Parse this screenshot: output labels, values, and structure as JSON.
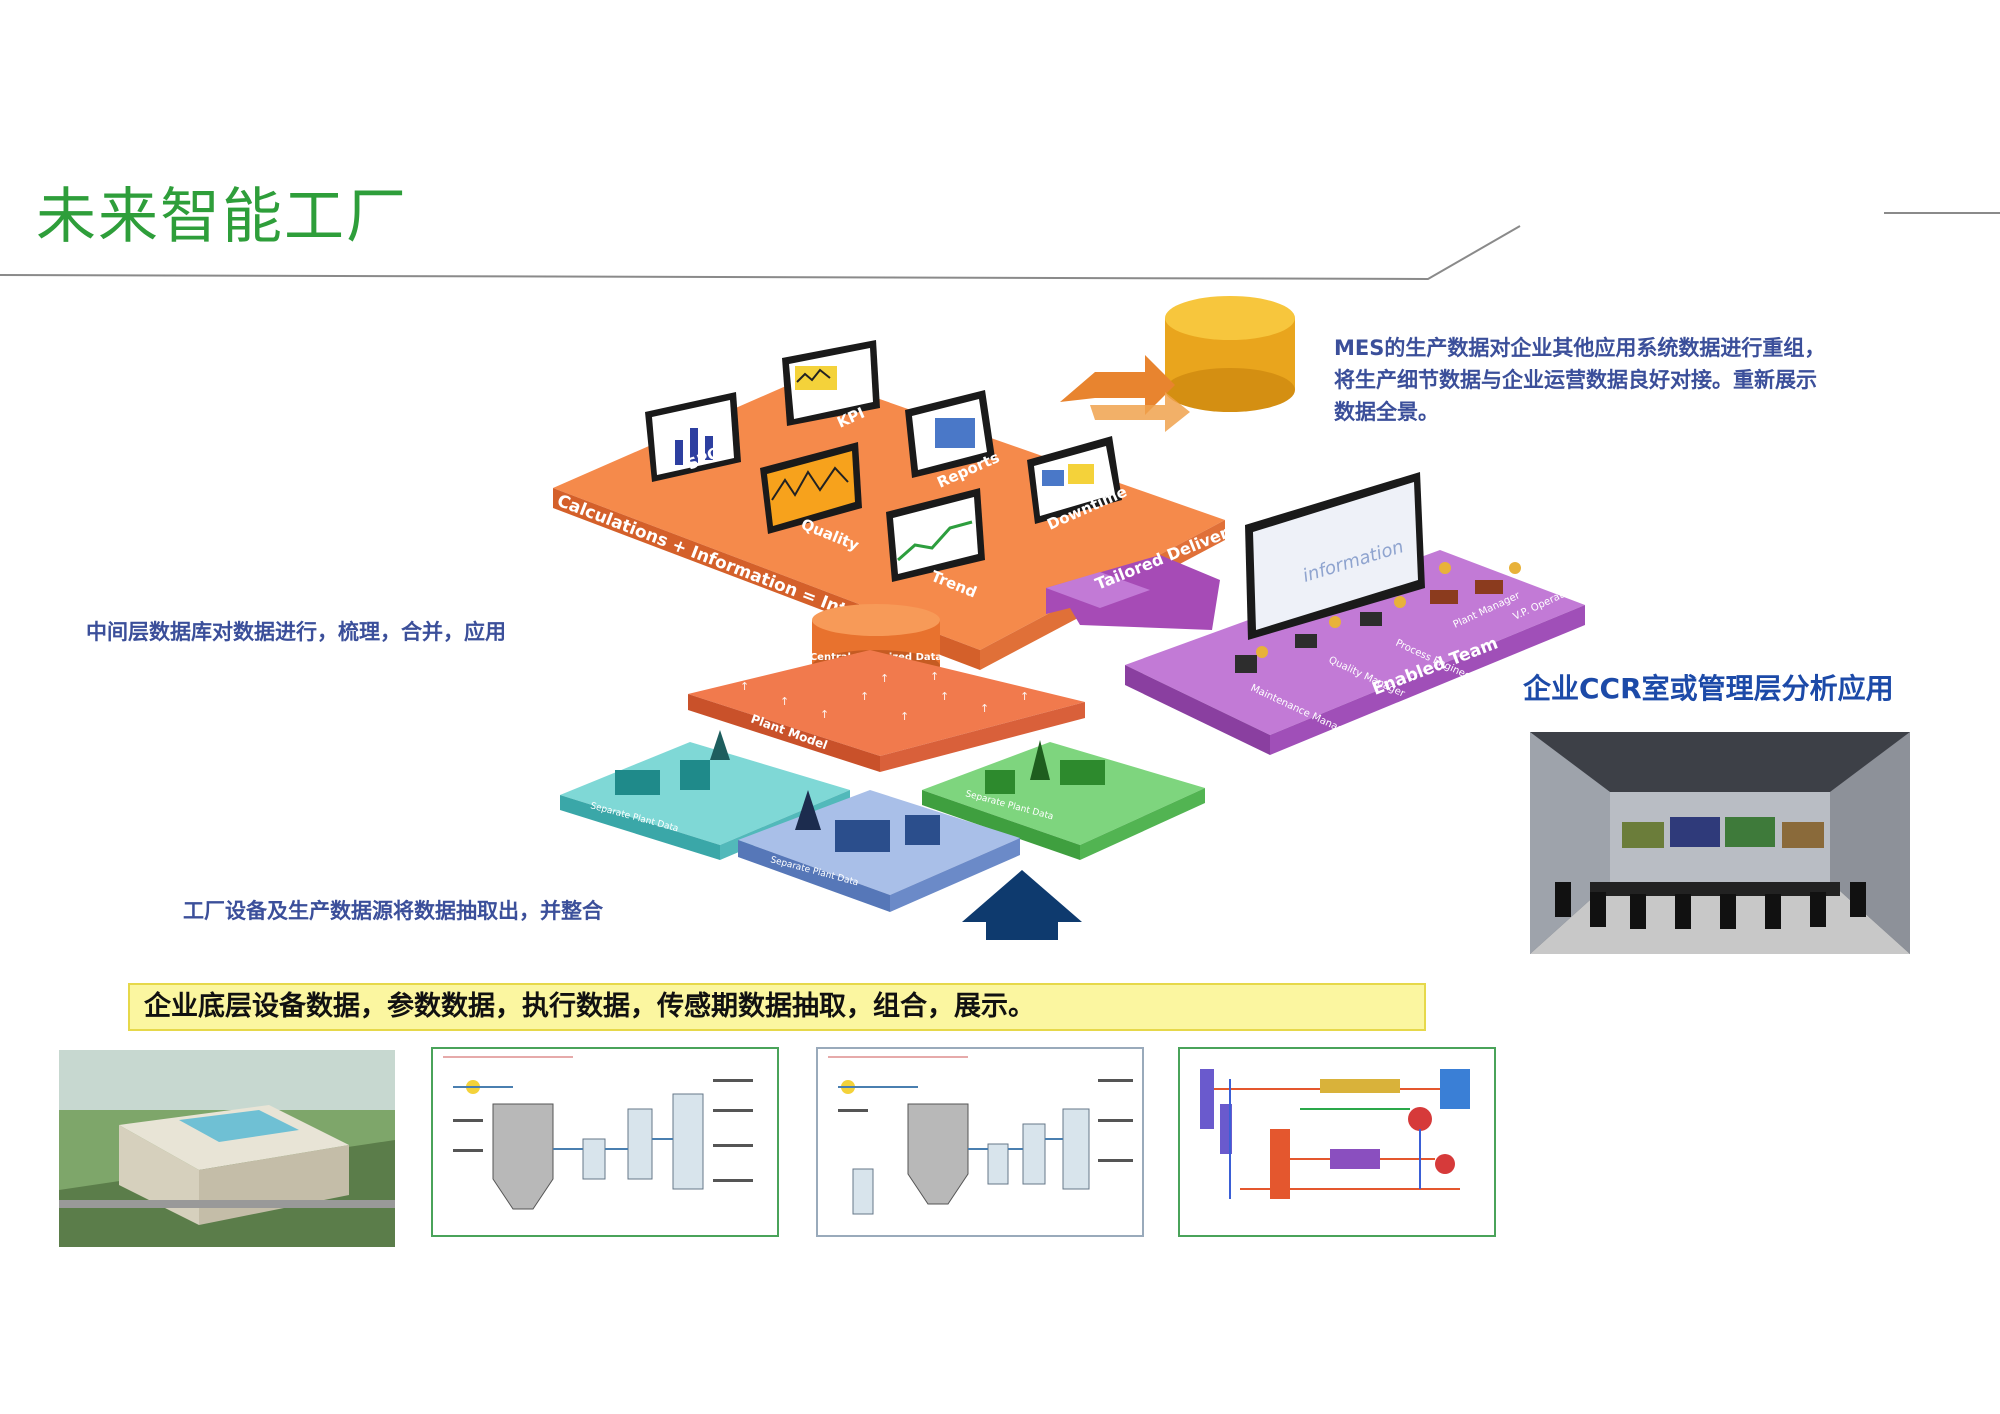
{
  "slide": {
    "title": "未来智能工厂"
  },
  "notes": {
    "mes_text_1": "MES的生产数据对企业其他应用系统数据进行重组，",
    "mes_text_2": "将生产细节数据与企业运营数据良好对接。重新展示",
    "mes_text_3": "数据全景。",
    "middle_layer": "中间层数据库对数据进行，梳理，合并，应用",
    "factory_source": "工厂设备及生产数据源将数据抽取出，并整合",
    "ccr": "企业CCR室或管理层分析应用",
    "bottom_bar": "企业底层设备数据，参数数据，执行数据，传感期数据抽取，组合，展示。"
  },
  "diagram": {
    "top_platform_label": "Calculations + Information = Intelligence",
    "panels": [
      "SPC",
      "KPI",
      "Quality",
      "Reports",
      "Trend",
      "Downtime"
    ],
    "delivery_arrow": "Tailored Delivery",
    "central_db": "Central Organized Data",
    "plant_model": "Plant Model",
    "plant_data": "Separate Plant Data",
    "team_label": "Enabled Team",
    "team_roles": [
      "Maintenance Manager",
      "Quality Manager",
      "Process Engineer",
      "Plant Manager",
      "V.P. Operations"
    ],
    "screen_text": "information"
  },
  "colors": {
    "title_green": "#2e9e3a",
    "note_blue": "#3b4f9a",
    "orange_platform": "#f58a4b",
    "purple_platform": "#c27ad6",
    "arrow_navy": "#0e3a6e"
  }
}
